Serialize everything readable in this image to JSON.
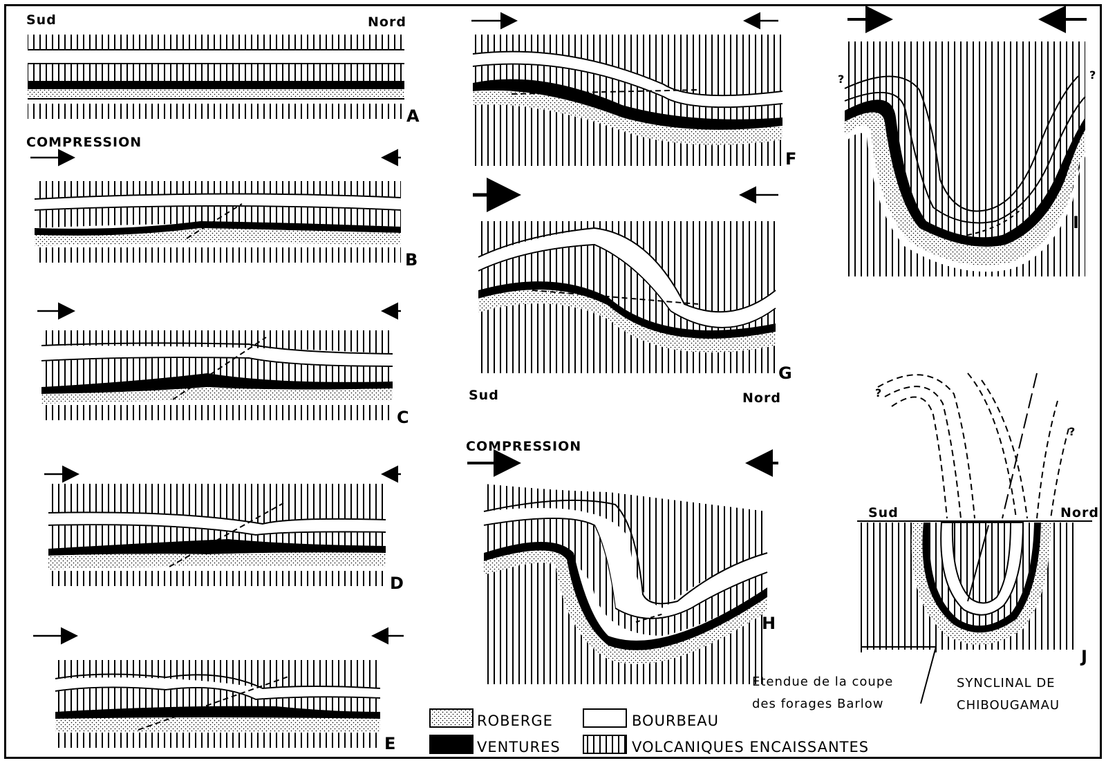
{
  "directions": {
    "south": "Sud",
    "north": "Nord"
  },
  "compression_label": "COMPRESSION",
  "panels": {
    "A": {
      "letter": "A"
    },
    "B": {
      "letter": "B"
    },
    "C": {
      "letter": "C"
    },
    "D": {
      "letter": "D"
    },
    "E": {
      "letter": "E"
    },
    "F": {
      "letter": "F"
    },
    "G": {
      "letter": "G"
    },
    "H": {
      "letter": "H"
    },
    "I": {
      "letter": "I",
      "uncertain_mark": "?"
    },
    "J": {
      "letter": "J",
      "uncertain_mark": "?"
    }
  },
  "annotations": {
    "barlow_line1": "Etendue de la coupe",
    "barlow_line2": "des forages Barlow",
    "syncline_line1": "SYNCLINAL DE",
    "syncline_line2": "CHIBOUGAMAU"
  },
  "legend": [
    {
      "label": "ROBERGE",
      "pattern": "stipple"
    },
    {
      "label": "BOURBEAU",
      "pattern": "blank"
    },
    {
      "label": "VENTURES",
      "pattern": "solid-black"
    },
    {
      "label": "VOLCANIQUES ENCAISSANTES",
      "pattern": "vertical-ticks"
    }
  ],
  "colors": {
    "ink": "#000000",
    "paper": "#ffffff"
  }
}
